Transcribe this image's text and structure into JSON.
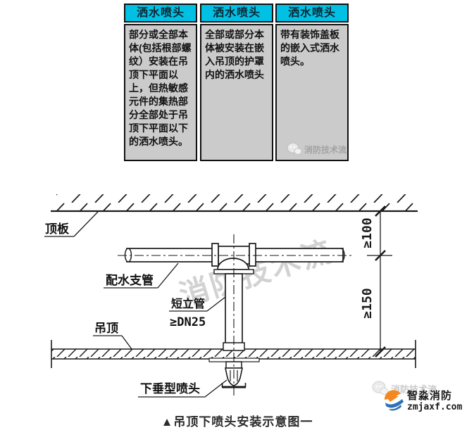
{
  "table": {
    "columns": [
      {
        "header": "洒水喷头",
        "body": "部分或全部本体(包括根部螺纹）安装在吊顶下平面以上，但热敏感元件的集热部分全部处于吊顶下平面以下的洒水喷头。"
      },
      {
        "header": "洒水喷头",
        "body": "全部或部分本体被安装在嵌入吊顶的护罩内的洒水喷头"
      },
      {
        "header": "洒水喷头",
        "body": "带有装饰盖板的嵌入式洒水喷头。"
      }
    ],
    "watermark": "消防技术流"
  },
  "diagram": {
    "labels": {
      "ceiling_slab": "顶板",
      "branch_pipe": "配水支管",
      "short_riser": "短立管",
      "riser_size": "≥DN25",
      "suspended_ceiling": "吊顶",
      "pendent_sprinkler": "下垂型喷头",
      "dim_top": "≥100",
      "dim_bottom": "≥150"
    },
    "watermark": "消防技术流"
  },
  "caption": "▲吊顶下喷头安装示意图一",
  "brand": {
    "watermark": "消防技术流",
    "name": "智淼消防",
    "site": "zmjaxf.com"
  },
  "colors": {
    "header_bg": "#00c0e4",
    "cell_bg": "#cbcbcb",
    "line": "#1a1a1a",
    "logo_orange": "#f4871f",
    "logo_blue": "#2e6fb7"
  }
}
